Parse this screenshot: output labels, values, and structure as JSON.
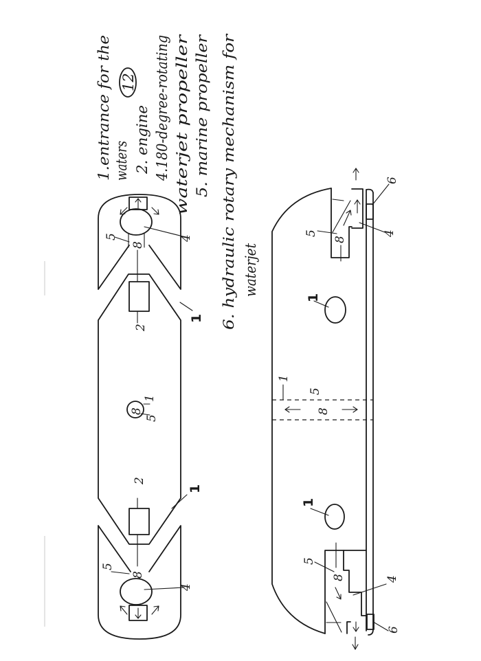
{
  "figure_number": "12",
  "legend": {
    "line1": "1.entrance for the",
    "line2": "waters",
    "line3": "2. engine",
    "line4": "4.180-degree-rotating",
    "line5": "waterjet propeller",
    "line6": "5. marine propeller",
    "line7": "6. hydraulic rotary mechanism for",
    "line8": "waterjet"
  },
  "callouts": {
    "entrance": "1",
    "engine": "2",
    "waterjet": "4",
    "propeller": "5",
    "hydraulic": "6"
  },
  "symbols": {
    "propeller_glyph": "8"
  }
}
